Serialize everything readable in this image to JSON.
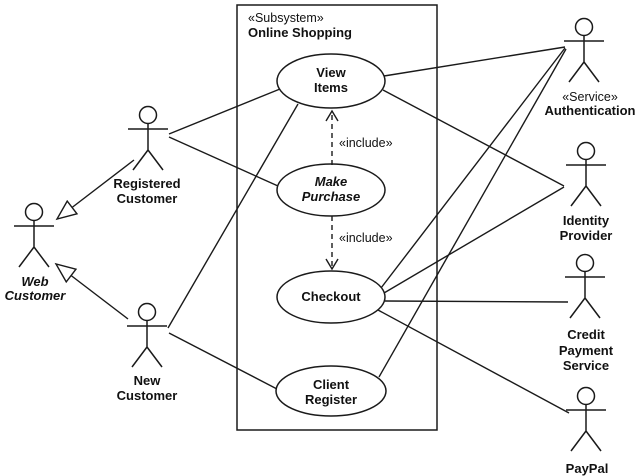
{
  "diagram": {
    "type": "uml-use-case-diagram",
    "background_color": "#ffffff",
    "line_color": "#1a1a1a",
    "subsystem": {
      "stereotype": "«Subsystem»",
      "name": "Online Shopping"
    },
    "use_cases": [
      {
        "id": "view-items",
        "lines": [
          "View",
          "Items"
        ],
        "abstract": false
      },
      {
        "id": "make-purchase",
        "lines": [
          "Make",
          "Purchase"
        ],
        "abstract": true
      },
      {
        "id": "checkout",
        "lines": [
          "Checkout"
        ],
        "abstract": false
      },
      {
        "id": "client-register",
        "lines": [
          "Client",
          "Register"
        ],
        "abstract": false
      }
    ],
    "actors": [
      {
        "id": "web-customer",
        "lines": [
          "Web",
          "Customer"
        ],
        "abstract": true
      },
      {
        "id": "registered-customer",
        "lines": [
          "Registered",
          "Customer"
        ],
        "abstract": false
      },
      {
        "id": "new-customer",
        "lines": [
          "New",
          "Customer"
        ],
        "abstract": false
      },
      {
        "id": "authentication",
        "stereotype": "«Service»",
        "lines": [
          "Authentication"
        ],
        "abstract": false
      },
      {
        "id": "identity-provider",
        "lines": [
          "Identity",
          "Provider"
        ],
        "abstract": false
      },
      {
        "id": "credit-payment-service",
        "lines": [
          "Credit",
          "Payment",
          "Service"
        ],
        "abstract": false
      },
      {
        "id": "paypal",
        "lines": [
          "PayPal"
        ],
        "abstract": false
      }
    ],
    "relationships": [
      {
        "from": "Registered Customer",
        "to": "View Items",
        "type": "association"
      },
      {
        "from": "Registered Customer",
        "to": "Make Purchase",
        "type": "association"
      },
      {
        "from": "New Customer",
        "to": "View Items",
        "type": "association"
      },
      {
        "from": "New Customer",
        "to": "Client Register",
        "type": "association"
      },
      {
        "from": "Registered Customer",
        "to": "Web Customer",
        "type": "generalization"
      },
      {
        "from": "New Customer",
        "to": "Web Customer",
        "type": "generalization"
      },
      {
        "from": "Make Purchase",
        "to": "View Items",
        "type": "include",
        "label": "«include»"
      },
      {
        "from": "Make Purchase",
        "to": "Checkout",
        "type": "include",
        "label": "«include»"
      },
      {
        "from": "View Items",
        "to": "Authentication",
        "type": "association"
      },
      {
        "from": "View Items",
        "to": "Identity Provider",
        "type": "association"
      },
      {
        "from": "Checkout",
        "to": "Authentication",
        "type": "association"
      },
      {
        "from": "Checkout",
        "to": "Identity Provider",
        "type": "association"
      },
      {
        "from": "Checkout",
        "to": "Credit Payment Service",
        "type": "association"
      },
      {
        "from": "Checkout",
        "to": "PayPal",
        "type": "association"
      },
      {
        "from": "Client Register",
        "to": "Authentication",
        "type": "association"
      }
    ]
  }
}
